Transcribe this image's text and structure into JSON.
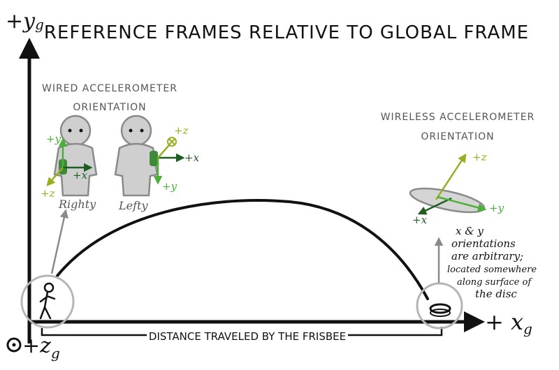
{
  "title": "REFERENCE FRAMES RELATIVE TO GLOBAL FRAME",
  "axes": {
    "y_label": "+y",
    "y_sub": "g",
    "x_label": "+ x",
    "x_sub": "g",
    "z_label": "+z",
    "z_sub": "g"
  },
  "wired": {
    "heading_line1": "WIRED ACCELEROMETER",
    "heading_line2": "ORIENTATION",
    "righty": {
      "label": "Righty",
      "y": "+y",
      "x": "+x",
      "z": "+z"
    },
    "lefty": {
      "label": "Lefty",
      "z": "+z",
      "x": "+x",
      "y": "+y"
    }
  },
  "wireless": {
    "heading_line1": "WIRELESS ACCELEROMETER",
    "heading_line2": "ORIENTATION",
    "z": "+z",
    "x": "+x",
    "y": "+y",
    "note": [
      "x & y",
      "orientations",
      "are arbitrary;",
      "located somewhere",
      "along surface of",
      "the disc"
    ]
  },
  "distance_label": "DISTANCE TRAVELED BY THE FRISBEE",
  "colors": {
    "ink": "#111111",
    "gray_text": "#555555",
    "body_gray": "#cfcfcf",
    "outline_gray": "#8a8a8a",
    "dark_green": "#1f5e23",
    "green": "#4caf3a",
    "yellow_green": "#9aac22",
    "sensor_green": "#3f8a3a"
  }
}
